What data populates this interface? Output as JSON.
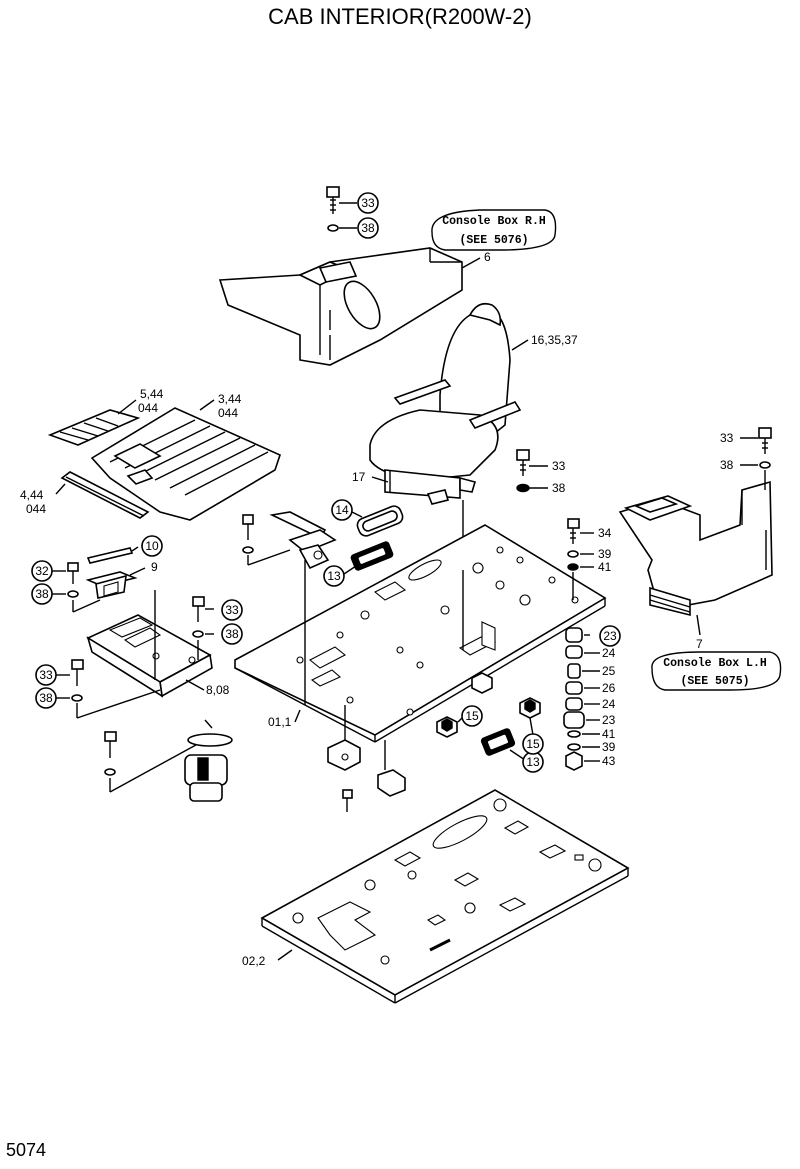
{
  "title": "CAB INTERIOR(R200W-2)",
  "page_number": "5074",
  "notes": {
    "console_rh_line1": "Console Box R.H",
    "console_rh_line2": "(SEE 5076)",
    "console_lh_line1": "Console Box L.H",
    "console_lh_line2": "(SEE 5075)"
  },
  "callouts": {
    "c33_top": "33",
    "c38_top": "38",
    "c6": "6",
    "c16": "16,35,37",
    "c5": "5,44",
    "c5b": "044",
    "c3": "3,44",
    "c3b": "044",
    "c4": "4,44",
    "c4b": "044",
    "c17": "17",
    "c33_mid": "33",
    "c38_mid": "38",
    "c33_r": "33",
    "c38_r": "38",
    "c14": "14",
    "c13_a": "13",
    "c10": "10",
    "c9": "9",
    "c32": "32",
    "c38_l1": "38",
    "c33_c": "33",
    "c38_c": "38",
    "c33_l": "33",
    "c38_l2": "38",
    "c8": "8,08",
    "c01": "01,1",
    "c34": "34",
    "c39_a": "39",
    "c41_a": "41",
    "c7": "7",
    "c23_a": "23",
    "c24_a": "24",
    "c25": "25",
    "c26": "26",
    "c24_b": "24",
    "c23_b": "23",
    "c41_b": "41",
    "c39_b": "39",
    "c43": "43",
    "c15_a": "15",
    "c15_b": "15",
    "c13_b": "13",
    "c02": "02,2"
  }
}
